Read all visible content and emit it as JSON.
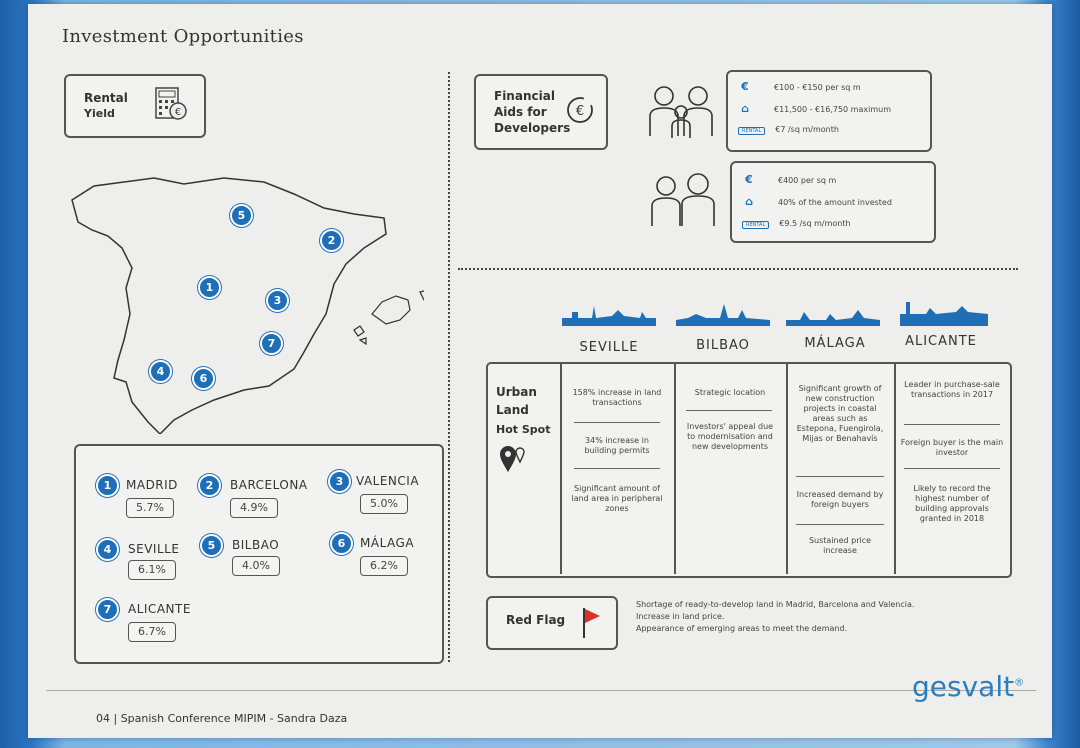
{
  "title": "Investment Opportunities",
  "rental_yield": {
    "label_line1": "Rental",
    "label_line2": "Yield"
  },
  "financial_aids": {
    "line1": "Financial",
    "line2": "Aids for",
    "line3": "Developers"
  },
  "aid_box_1": {
    "r1": "€100 - €150 per sq m",
    "r2": "€11,500 - €16,750 maximum",
    "r3": "€7 /sq m/month",
    "badge": "RENTAL"
  },
  "aid_box_2": {
    "r1": "€400 per sq m",
    "r2": "40% of the amount invested",
    "r3": "€9.5 /sq m/month",
    "badge": "RENTAL"
  },
  "map_markers": [
    "5",
    "2",
    "1",
    "3",
    "7",
    "4",
    "6"
  ],
  "cities": [
    {
      "n": "1",
      "name": "MADRID",
      "pct": "5.7%"
    },
    {
      "n": "2",
      "name": "BARCELONA",
      "pct": "4.9%"
    },
    {
      "n": "3",
      "name": "VALENCIA",
      "pct": "5.0%"
    },
    {
      "n": "4",
      "name": "SEVILLE",
      "pct": "6.1%"
    },
    {
      "n": "5",
      "name": "BILBAO",
      "pct": "4.0%"
    },
    {
      "n": "6",
      "name": "MÁLAGA",
      "pct": "6.2%"
    },
    {
      "n": "7",
      "name": "ALICANTE",
      "pct": "6.7%"
    }
  ],
  "columns": [
    "SEVILLE",
    "BILBAO",
    "MÁLAGA",
    "ALICANTE"
  ],
  "urban_land": {
    "l1": "Urban",
    "l2": "Land",
    "l3": "Hot Spot"
  },
  "seville": [
    "158% increase in land transactions",
    "34% increase in building permits",
    "Significant amount of land area in peripheral zones"
  ],
  "bilbao": [
    "Strategic location",
    "Investors' appeal due to modernisation and new developments"
  ],
  "malaga": [
    "Significant growth of new construction projects in coastal areas such as Estepona, Fuengirola, Mijas or Benahavís",
    "Increased demand by foreign buyers",
    "Sustained price increase"
  ],
  "alicante": [
    "Leader in purchase-sale transactions in 2017",
    "Foreign buyer is the main investor",
    "Likely to record the highest number of building approvals granted in 2018"
  ],
  "red_flag": {
    "label": "Red Flag",
    "notes": [
      "Shortage of ready-to-develop land in Madrid, Barcelona and Valencia.",
      "Increase in land price.",
      "Appearance of emerging areas to meet the demand."
    ]
  },
  "footer": {
    "text": "04 | Spanish Conference MIPIM - Sandra Daza",
    "brand": "gesvalt",
    "reg": "®"
  },
  "colors": {
    "accent": "#1f6fb8",
    "flag": "#d9302a"
  }
}
